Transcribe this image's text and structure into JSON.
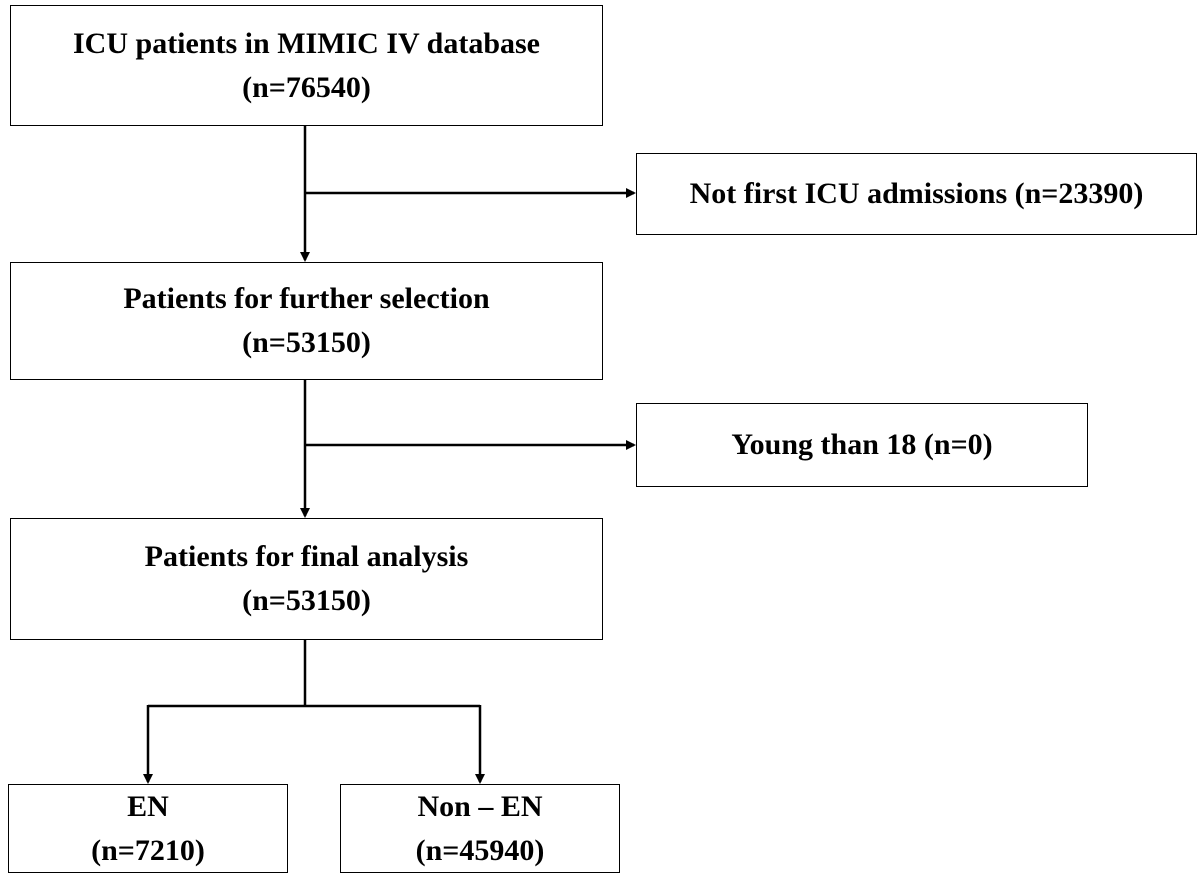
{
  "boxes": {
    "icu_patients": {
      "title": "ICU patients in MIMIC IV database",
      "count": "(n=76540)"
    },
    "not_first_icu": {
      "label": "Not first ICU admissions (n=23390)"
    },
    "further_selection": {
      "title": "Patients for further selection",
      "count": "(n=53150)"
    },
    "young_than_18": {
      "label": "Young than 18 (n=0)"
    },
    "final_analysis": {
      "title": "Patients for final analysis",
      "count": "(n=53150)"
    },
    "en": {
      "title": "EN",
      "count": "(n=7210)"
    },
    "non_en": {
      "title": "Non – EN",
      "count": "(n=45940)"
    }
  },
  "colors": {
    "stroke": "#000000",
    "background": "#ffffff",
    "text": "#000000"
  }
}
